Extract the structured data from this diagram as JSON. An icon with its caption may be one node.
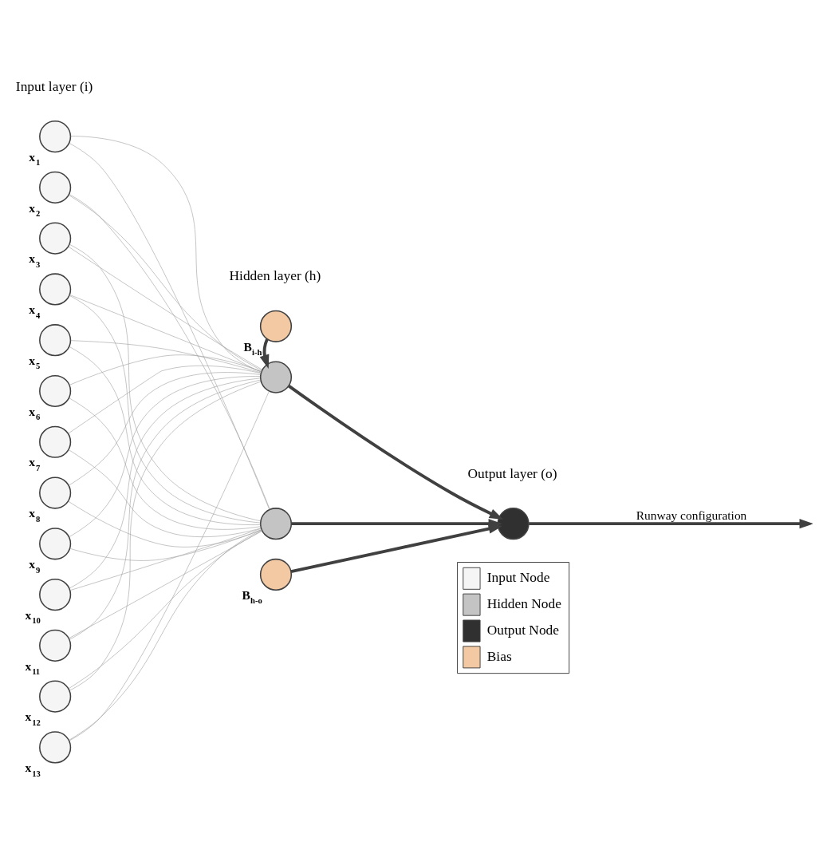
{
  "diagram": {
    "nodes": [
      {
        "text": [],
        "shape": "circle",
        "beside": [
          "x$_{1}$"
        ]
      },
      {
        "text": [],
        "shape": "circle",
        "beside": [
          "x$_{2}$"
        ]
      },
      {
        "text": [],
        "shape": "circle",
        "beside": [
          "x$_{3}$"
        ]
      },
      {
        "text": [],
        "shape": "circle",
        "beside": [
          "x$_{4}$"
        ]
      },
      {
        "text": [],
        "shape": "circle",
        "beside": [
          "x$_{5}$"
        ]
      },
      {
        "text": [],
        "shape": "circle",
        "beside": [
          "x$_{6}$"
        ]
      },
      {
        "text": [],
        "shape": "circle",
        "beside": [
          "x$_{7}$"
        ]
      },
      {
        "text": [],
        "shape": "circle",
        "beside": [
          "x$_{8}$"
        ]
      },
      {
        "text": [],
        "shape": "circle",
        "beside": [
          "x$_{9}$"
        ]
      },
      {
        "text": [],
        "shape": "circle",
        "beside": [
          "x$_{10}$"
        ]
      },
      {
        "text": [],
        "shape": "circle",
        "beside": [
          "x$_{11}$"
        ]
      },
      {
        "text": [],
        "shape": "circle",
        "beside": [
          "x$_{12}$"
        ]
      },
      {
        "text": [],
        "shape": "circle",
        "beside": [
          "x$_{13}$"
        ]
      },
      {
        "text": [],
        "shape": "circle",
        "beside": [
          "B$_{i-h}$"
        ]
      },
      {
        "text": [],
        "shape": "circle"
      },
      {
        "text": [],
        "shape": "circle"
      },
      {
        "text": [],
        "shape": "circle",
        "beside": [
          "B$_{h-o}$"
        ]
      },
      {
        "text": [],
        "shape": "circle"
      }
    ],
    "edges": [
      {
        "from": 0,
        "to": 14,
        "arrow": "none"
      },
      {
        "from": 0,
        "to": 15,
        "arrow": "none"
      },
      {
        "from": 1,
        "to": 14,
        "arrow": "none"
      },
      {
        "from": 1,
        "to": 15,
        "arrow": "none"
      },
      {
        "from": 2,
        "to": 14,
        "arrow": "none"
      },
      {
        "from": 2,
        "to": 15,
        "arrow": "none"
      },
      {
        "from": 3,
        "to": 14,
        "arrow": "none"
      },
      {
        "from": 3,
        "to": 15,
        "arrow": "none"
      },
      {
        "from": 4,
        "to": 14,
        "arrow": "none"
      },
      {
        "from": 4,
        "to": 15,
        "arrow": "none"
      },
      {
        "from": 5,
        "to": 14,
        "arrow": "none"
      },
      {
        "from": 5,
        "to": 15,
        "arrow": "none"
      },
      {
        "from": 6,
        "to": 14,
        "arrow": "none"
      },
      {
        "from": 6,
        "to": 15,
        "arrow": "none"
      },
      {
        "from": 7,
        "to": 14,
        "arrow": "none"
      },
      {
        "from": 7,
        "to": 15,
        "arrow": "none"
      },
      {
        "from": 8,
        "to": 14,
        "arrow": "none"
      },
      {
        "from": 8,
        "to": 15,
        "arrow": "none"
      },
      {
        "from": 9,
        "to": 14,
        "arrow": "none"
      },
      {
        "from": 9,
        "to": 15,
        "arrow": "none"
      },
      {
        "from": 10,
        "to": 14,
        "arrow": "none"
      },
      {
        "from": 10,
        "to": 15,
        "arrow": "none"
      },
      {
        "from": 11,
        "to": 14,
        "arrow": "none"
      },
      {
        "from": 11,
        "to": 15,
        "arrow": "none"
      },
      {
        "from": 12,
        "to": 14,
        "arrow": "none"
      },
      {
        "from": 12,
        "to": 15,
        "arrow": "none"
      },
      {
        "from": 13,
        "to": 14,
        "arrow": "to",
        "style": "thick",
        "color": "#404040"
      },
      {
        "from": 14,
        "to": 17,
        "arrow": "to",
        "style": "thick",
        "color": "#404040"
      },
      {
        "from": 15,
        "to": 17,
        "arrow": "to",
        "style": "thick",
        "color": "#404040"
      },
      {
        "from": 16,
        "to": 17,
        "arrow": "to",
        "style": "thick",
        "color": "#404040"
      },
      {
        "from": 17,
        "to": null,
        "arrow": "to",
        "label": "Runway configuration",
        "style": "thick",
        "color": "#404040"
      }
    ],
    "labels": [
      "Input layer (i)",
      "Hidden layer (h)",
      "Output layer (o)"
    ],
    "legend": [
      {
        "text": "Input Node",
        "color": "#f5f5f5"
      },
      {
        "text": "Hidden Node",
        "color": "#c4c4c4"
      },
      {
        "text": "Output Node",
        "color": "#303030"
      },
      {
        "text": "Bias",
        "color": "#f3c9a3"
      }
    ]
  }
}
